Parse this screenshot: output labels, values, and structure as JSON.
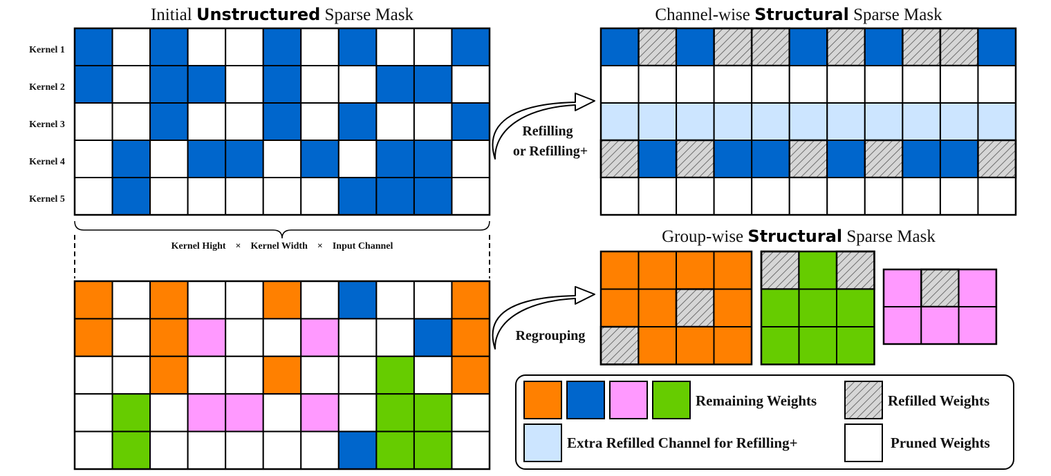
{
  "colors": {
    "orange": "#FF8000",
    "blue": "#0066CC",
    "pink": "#FF99FF",
    "green": "#66CC00",
    "lightblue": "#CCE5FF",
    "white": "#FFFFFF",
    "hatch": "#D0D0D0"
  },
  "titles": {
    "initial": {
      "pre": "Initial ",
      "bold": "Unstructured",
      "post": " Sparse Mask"
    },
    "channel": {
      "pre": "Channel-wise ",
      "bold": "Structural",
      "post": " Sparse Mask"
    },
    "group": {
      "pre": "Group-wise ",
      "bold": "Structural",
      "post": " Sparse Mask"
    }
  },
  "kernels": [
    "Kernel 1",
    "Kernel 2",
    "Kernel 3",
    "Kernel 4",
    "Kernel 5"
  ],
  "dims": {
    "h": "Kernel Hight",
    "w": "Kernel Width",
    "c": "Input Channel",
    "times": "×"
  },
  "arrows": {
    "refilling_1": "Refilling",
    "refilling_2": "or Refilling+",
    "regrouping": "Regrouping"
  },
  "legend": {
    "remaining": "Remaining Weights",
    "refilled": "Refilled Weights",
    "extra": "Extra Refilled Channel for Refilling+",
    "pruned": "Pruned Weights"
  },
  "grids": {
    "initial": [
      "B.B..B.B..B",
      "B.BB.B..BB.",
      "..B..B.B..B",
      ".B.BB.B.BB.",
      ".B.....BBB."
    ],
    "channel": [
      "BHBHHBHBHHB",
      "...........",
      "LLLLLLLLLLL",
      "HBHBBHBHBBH",
      "..........."
    ],
    "colored": [
      "O.O..O.B..O",
      "O.OP..P..BO",
      "..O..O..G.O",
      ".G.PP.P.GG.",
      ".G.....BGG."
    ],
    "group_orange": [
      "OOOO",
      "OOHO",
      "HOOO"
    ],
    "group_green": [
      "HGH",
      "GGG",
      "GGG"
    ],
    "group_pink": [
      "PHP",
      "PPP"
    ]
  }
}
